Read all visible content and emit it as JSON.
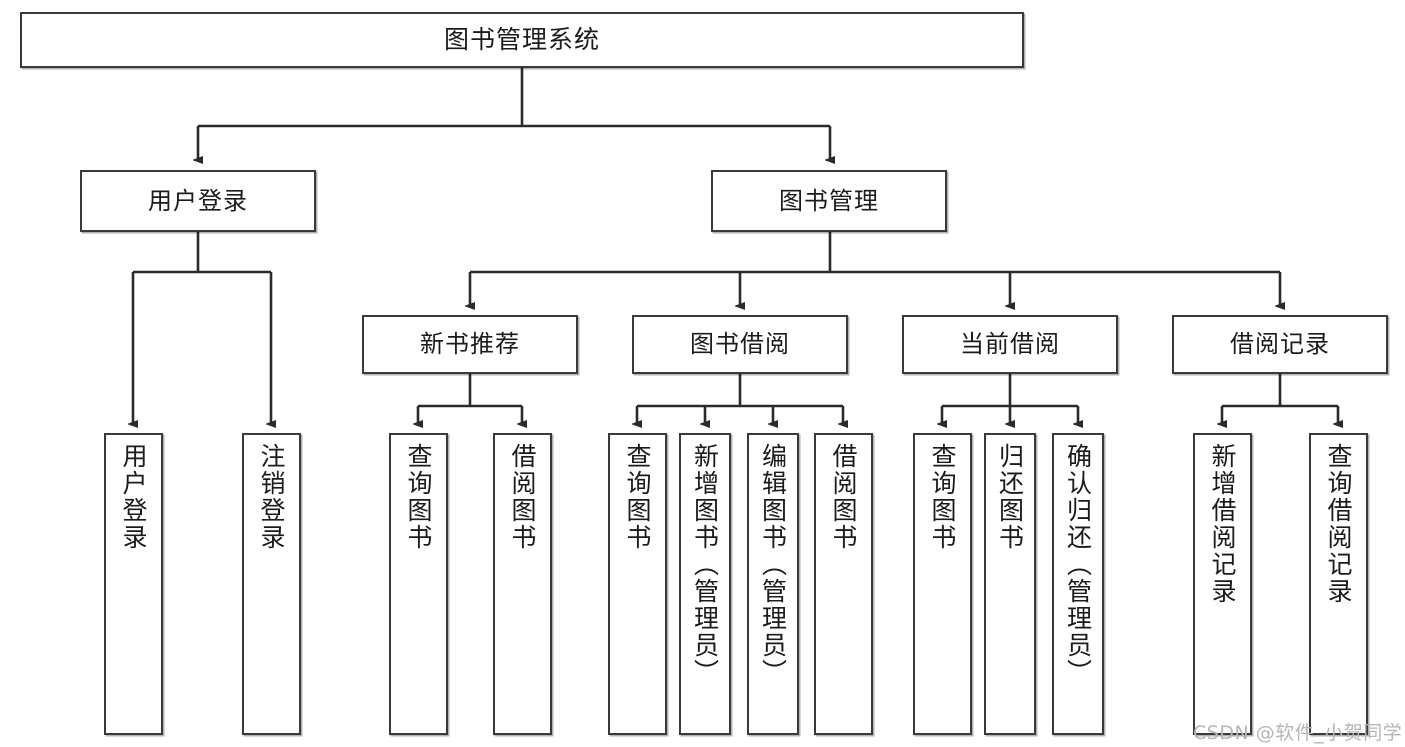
{
  "diagram": {
    "type": "tree",
    "title": "图书管理系统",
    "watermark": "CSDN @软件_小贺同学",
    "colors": {
      "box_border": "#3a3a3a",
      "box_fill": "#ffffff",
      "edge": "#2b2b2b",
      "text": "#1b1b1b",
      "watermark": "#b6b6b6",
      "background": "#ffffff"
    },
    "nodes": {
      "root": {
        "label": "图书管理系统"
      },
      "level2": [
        {
          "id": "user-login",
          "label": "用户登录"
        },
        {
          "id": "book-management",
          "label": "图书管理"
        }
      ],
      "level3": [
        {
          "id": "new-book-recommend",
          "label": "新书推荐"
        },
        {
          "id": "book-borrow",
          "label": "图书借阅"
        },
        {
          "id": "current-borrow",
          "label": "当前借阅"
        },
        {
          "id": "borrow-record",
          "label": "借阅记录"
        }
      ],
      "leaves": {
        "user-login": [
          {
            "id": "leaf-user-login",
            "label": "用户登录"
          },
          {
            "id": "leaf-logout-login",
            "label": "注销登录"
          }
        ],
        "new-book-recommend": [
          {
            "id": "leaf-query-book-1",
            "label": "查询图书"
          },
          {
            "id": "leaf-borrow-book-1",
            "label": "借阅图书"
          }
        ],
        "book-borrow": [
          {
            "id": "leaf-query-book-2",
            "label": "查询图书"
          },
          {
            "id": "leaf-add-book-admin",
            "label": "新增图书（管理员）"
          },
          {
            "id": "leaf-edit-book-admin",
            "label": "编辑图书（管理员）"
          },
          {
            "id": "leaf-borrow-book-2",
            "label": "借阅图书"
          }
        ],
        "current-borrow": [
          {
            "id": "leaf-query-book-3",
            "label": "查询图书"
          },
          {
            "id": "leaf-return-book",
            "label": "归还图书"
          },
          {
            "id": "leaf-confirm-return-admin",
            "label": "确认归还（管理员）"
          }
        ],
        "borrow-record": [
          {
            "id": "leaf-add-borrow-record",
            "label": "新增借阅记录"
          },
          {
            "id": "leaf-query-borrow-record",
            "label": "查询借阅记录"
          }
        ]
      }
    }
  }
}
